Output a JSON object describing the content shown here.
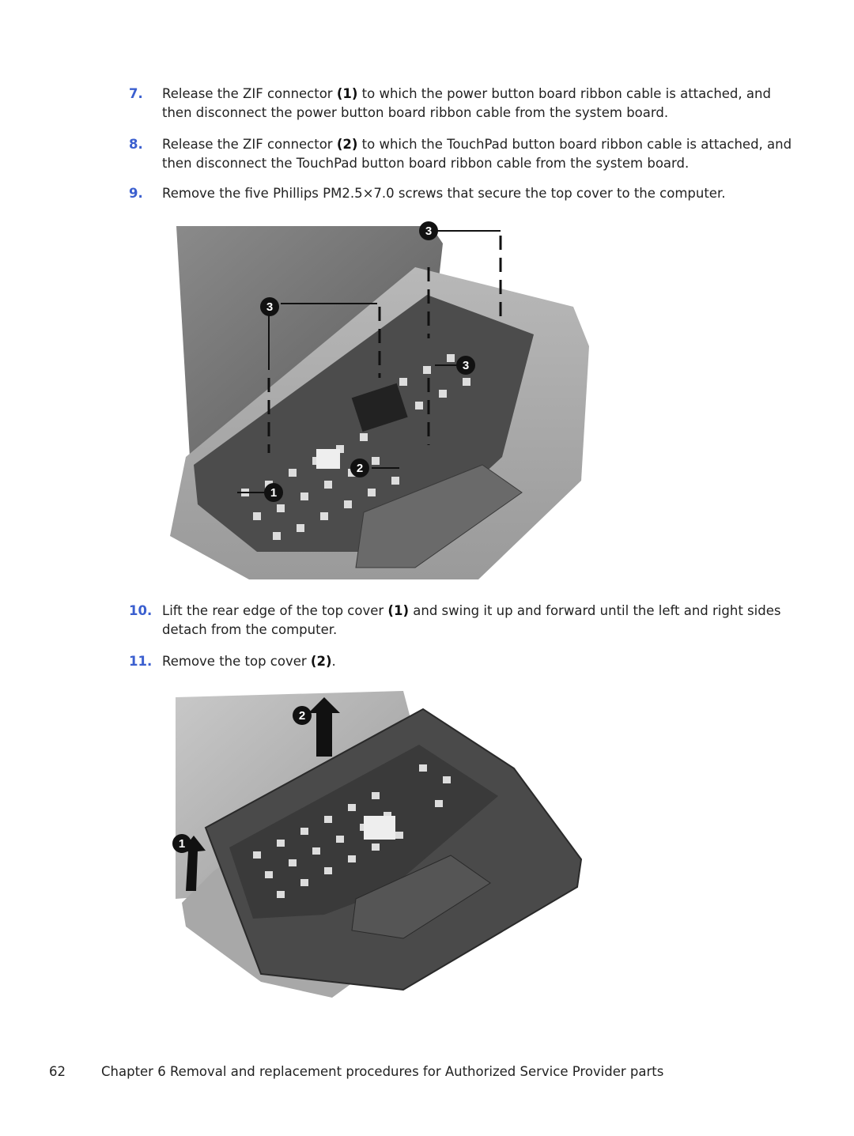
{
  "steps": [
    {
      "num": "7.",
      "before": "Release the ZIF connector ",
      "callout": "(1)",
      "after": " to which the power button board ribbon cable is attached, and then disconnect the power button board ribbon cable from the system board."
    },
    {
      "num": "8.",
      "before": "Release the ZIF connector ",
      "callout": "(2)",
      "after": " to which the TouchPad button board ribbon cable is attached, and then disconnect the TouchPad button board ribbon cable from the system board."
    },
    {
      "num": "9.",
      "text": "Remove the five Phillips PM2.5×7.0 screws that secure the top cover to the computer."
    },
    {
      "num": "10.",
      "before": "Lift the rear edge of the top cover ",
      "callout": "(1)",
      "after": " and swing it up and forward until the left and right sides detach from the computer."
    },
    {
      "num": "11.",
      "before": "Remove the top cover ",
      "callout": "(2)",
      "after": "."
    }
  ],
  "figure1": {
    "callouts": [
      "3",
      "3",
      "3",
      "2",
      "1"
    ]
  },
  "figure2": {
    "callouts": [
      "2",
      "1"
    ]
  },
  "footer": {
    "page": "62",
    "chapter": "Chapter 6  Removal and replacement procedures for Authorized Service Provider parts"
  }
}
